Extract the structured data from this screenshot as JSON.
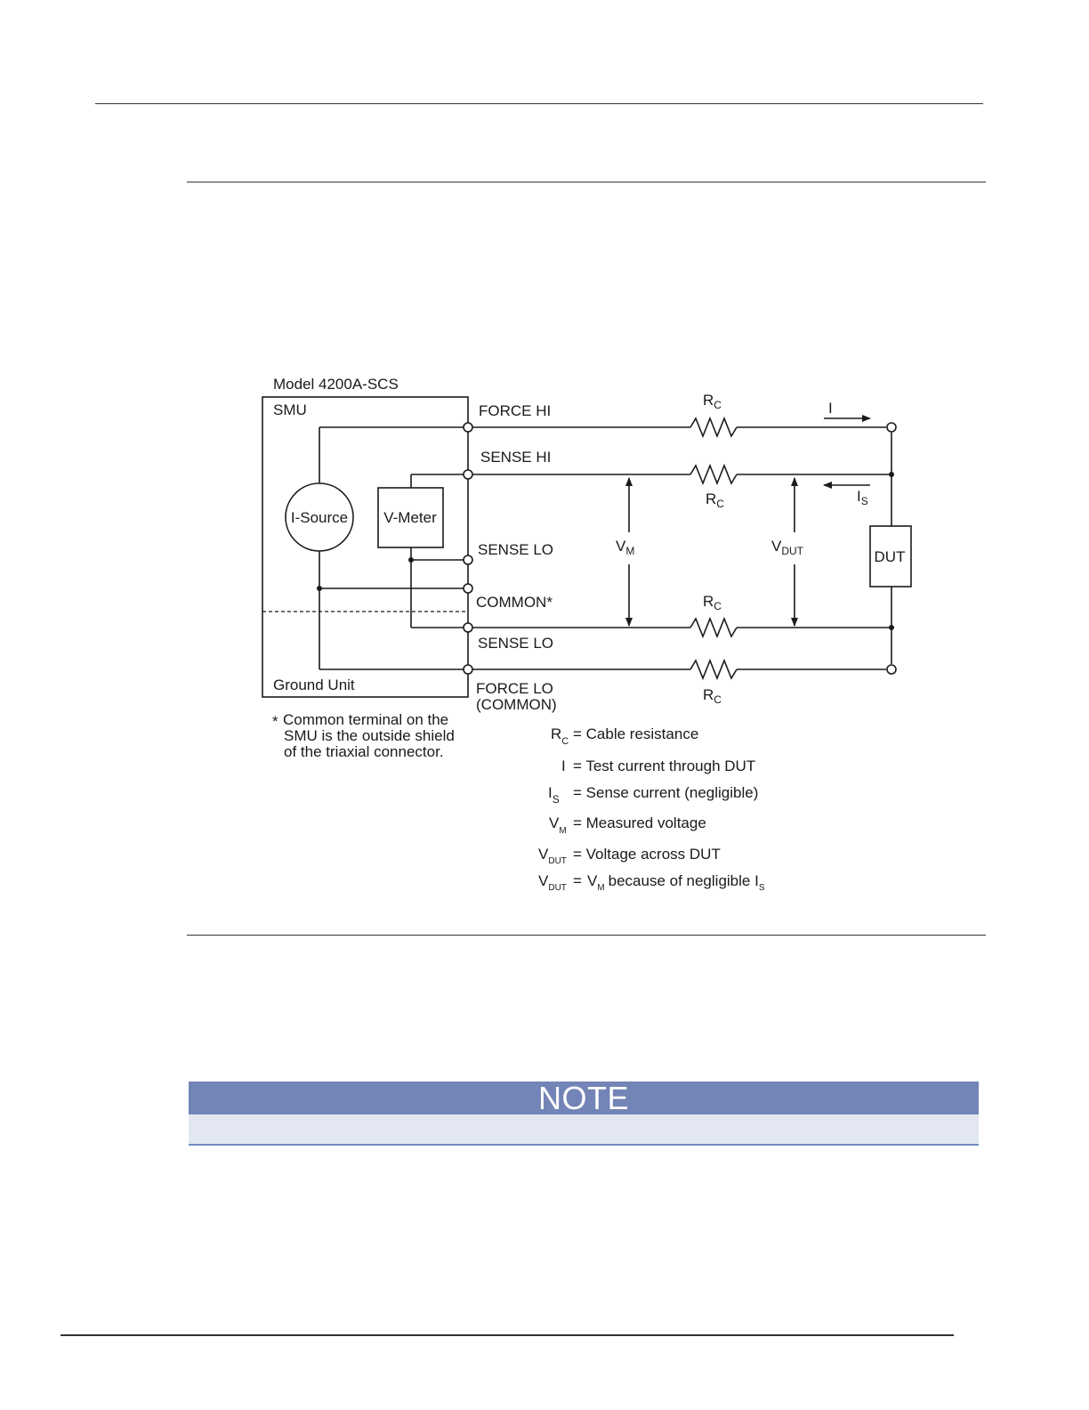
{
  "diagram": {
    "instrument_title": "Model 4200A-SCS",
    "smu_label": "SMU",
    "ground_unit_label": "Ground Unit",
    "i_source_label": "I-Source",
    "v_meter_label": "V-Meter",
    "dut_label": "DUT",
    "terminals": {
      "force_hi": "FORCE HI",
      "sense_hi": "SENSE HI",
      "sense_lo_1": "SENSE LO",
      "common": "COMMON",
      "common_mark": "*",
      "sense_lo_2": "SENSE LO",
      "force_lo": "FORCE LO",
      "force_lo_sub": "(COMMON)"
    },
    "symbols": {
      "r": "R",
      "c_sub": "C",
      "i": "I",
      "s_sub": "S",
      "v": "V",
      "m_sub": "M",
      "dut_sub": "DUT"
    },
    "footnote": {
      "mark": "*",
      "lines": [
        "Common terminal on the",
        "SMU is the outside shield",
        "of the triaxial connector."
      ]
    },
    "legend": {
      "rc": "= Cable resistance",
      "i": "= Test current through DUT",
      "is": "= Sense current (negligible)",
      "vm": "= Measured voltage",
      "vdut": "= Voltage across DUT",
      "vdut2_eq": "=",
      "vdut2_mid": "because of negligible I"
    }
  },
  "note": {
    "heading": "NOTE"
  }
}
